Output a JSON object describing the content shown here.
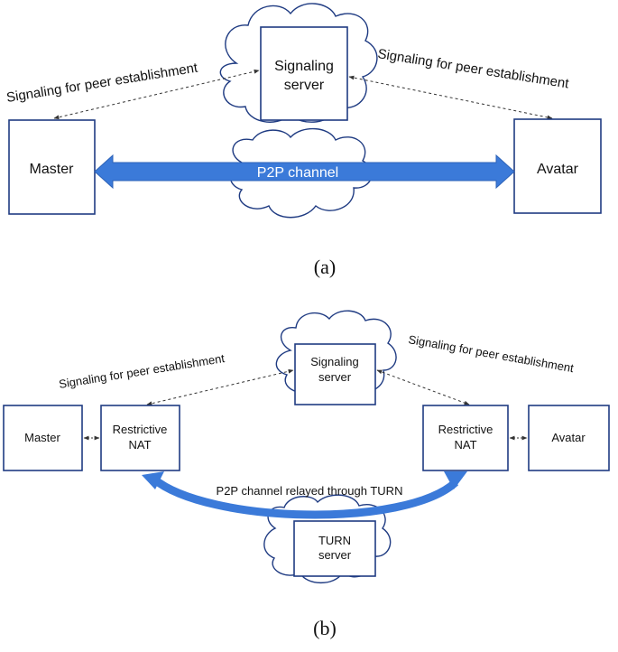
{
  "colors": {
    "box_stroke": "#1f3b82",
    "channel_fill": "#3b7ad9",
    "channel_text": "#ffffff",
    "signaling_line": "#333333"
  },
  "diagram_a": {
    "signaling_server": [
      "Signaling",
      "server"
    ],
    "signaling_label_left": "Signaling for peer establishment",
    "signaling_label_right": "Signaling for peer establishment",
    "master": "Master",
    "avatar": "Avatar",
    "channel": "P2P channel",
    "caption": "(a)"
  },
  "diagram_b": {
    "signaling_server": [
      "Signaling",
      "server"
    ],
    "signaling_label_left": "Signaling for peer establishment",
    "signaling_label_right": "Signaling for peer establishment",
    "master": "Master",
    "nat_left": [
      "Restrictive",
      "NAT"
    ],
    "nat_right": [
      "Restrictive",
      "NAT"
    ],
    "avatar": "Avatar",
    "channel": "P2P channel relayed through TURN",
    "turn_server": [
      "TURN",
      "server"
    ],
    "caption": "(b)"
  }
}
